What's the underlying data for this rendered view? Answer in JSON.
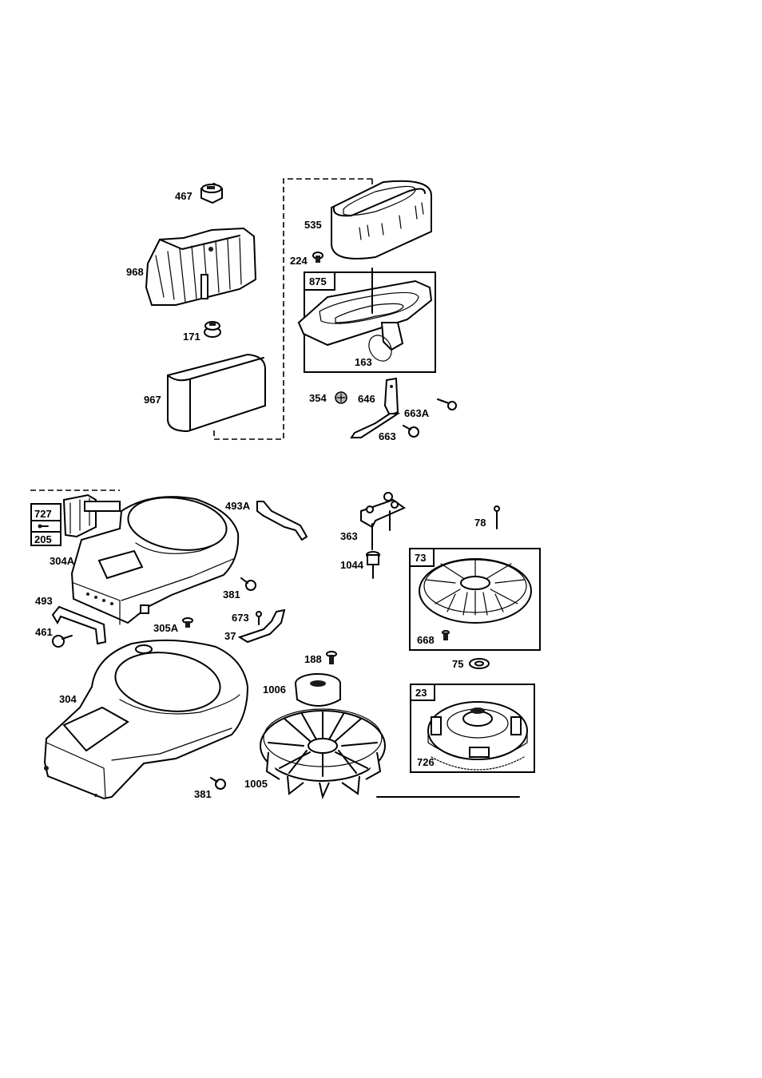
{
  "labels": {
    "p467": "467",
    "p968": "968",
    "p171": "171",
    "p967": "967",
    "p535": "535",
    "p224": "224",
    "p875": "875",
    "p163": "163",
    "p354": "354",
    "p646": "646",
    "p663A": "663A",
    "p663": "663",
    "p727": "727",
    "p205": "205",
    "p304A": "304A",
    "p493A": "493A",
    "p363": "363",
    "p78": "78",
    "p381a": "381",
    "p1044": "1044",
    "p73": "73",
    "p493": "493",
    "p673": "673",
    "p305A": "305A",
    "p37": "37",
    "p461": "461",
    "p668": "668",
    "p188": "188",
    "p75": "75",
    "p1006": "1006",
    "p304": "304",
    "p23": "23",
    "p726": "726",
    "p381b": "381",
    "p1005": "1005"
  }
}
